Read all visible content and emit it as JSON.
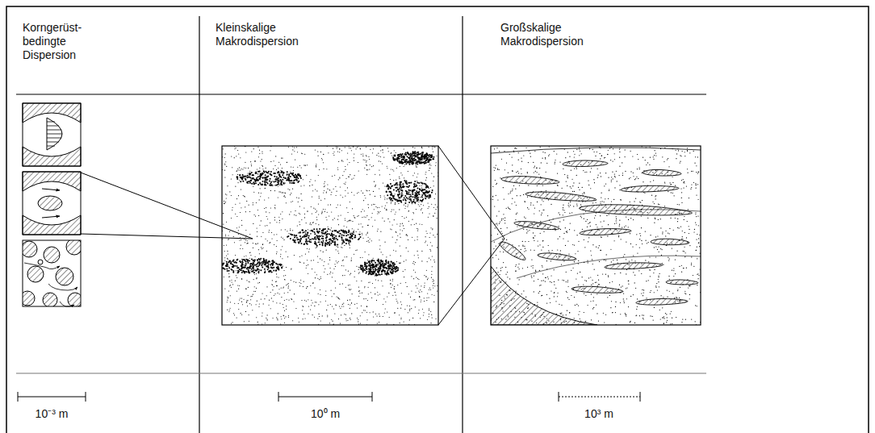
{
  "diagram": {
    "labels": [
      "Korngerüst-bedingte Dispersion",
      "Kleinskalige Makrodispersion",
      "Großskalige Makrodispersion",
      "10⁻³ m",
      "10⁰ m",
      "10³ m"
    ]
  }
}
